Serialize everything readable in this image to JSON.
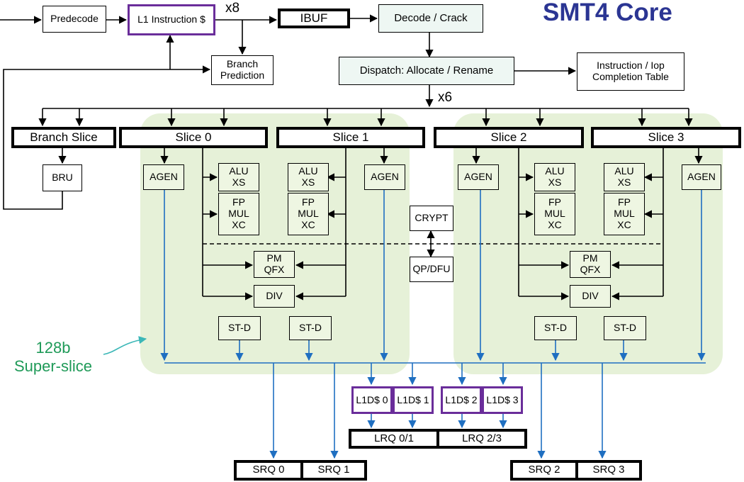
{
  "title": "SMT4 Core",
  "multipliers": {
    "fetch": "x8",
    "dispatch": "x6"
  },
  "frontend": {
    "predecode": "Predecode",
    "l1_icache": "L1 Instruction $",
    "ibuf": "IBUF",
    "decode": "Decode / Crack",
    "branch_prediction": "Branch\nPrediction",
    "dispatch": "Dispatch: Allocate / Rename",
    "completion_table": "Instruction / Iop\nCompletion Table"
  },
  "slices": {
    "branch": "Branch Slice",
    "slice0": "Slice 0",
    "slice1": "Slice 1",
    "slice2": "Slice 2",
    "slice3": "Slice 3"
  },
  "units": {
    "bru": "BRU",
    "agen": "AGEN",
    "alu": "ALU\nXS",
    "fp": "FP\nMUL\nXC",
    "pm": "PM\nQFX",
    "div": "DIV",
    "std": "ST-D",
    "crypt": "CRYPT",
    "qpdfu": "QP/DFU"
  },
  "memory": {
    "l1d0": "L1D$ 0",
    "l1d1": "L1D$ 1",
    "l1d2": "L1D$ 2",
    "l1d3": "L1D$ 3",
    "lrq01": "LRQ 0/1",
    "lrq23": "LRQ 2/3",
    "srq0": "SRQ 0",
    "srq1": "SRQ 1",
    "srq2": "SRQ 2",
    "srq3": "SRQ 3"
  },
  "superslice_label": "128b\nSuper-slice",
  "colors": {
    "title": "#2b3593",
    "purple_border": "#6a2d9a",
    "blue_arrow": "#1f6fc1",
    "superslice_bg": "#e6f1d8",
    "box_fill_frontend": "#eef7f3",
    "box_fill_unit": "#eef6e2",
    "label_green": "#1f9a58",
    "teal_arrow": "#3bb7b7"
  }
}
